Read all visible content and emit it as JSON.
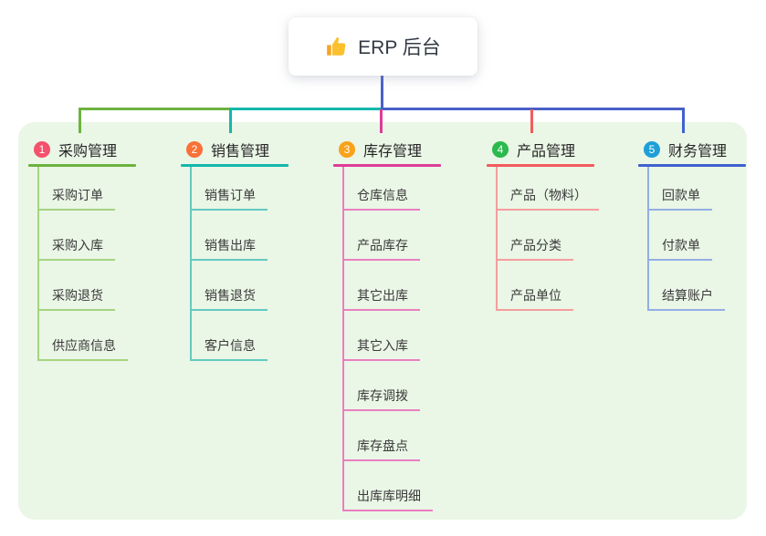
{
  "root": {
    "title": "ERP 后台",
    "icon": "thumbs-up-icon"
  },
  "colors": {
    "root_line": "#4a5fc8",
    "panel_bg": "#eaf6e6",
    "title_text": "#333a45",
    "node_text": "#3a3a3a"
  },
  "branches": [
    {
      "index": "1",
      "label": "采购管理",
      "badge_color": "#f4516c",
      "color": "#6db33f",
      "light_color": "#a5d47f",
      "children": [
        "采购订单",
        "采购入库",
        "采购退货",
        "供应商信息"
      ]
    },
    {
      "index": "2",
      "label": "销售管理",
      "badge_color": "#f97138",
      "color": "#14b8ab",
      "light_color": "#63cac0",
      "children": [
        "销售订单",
        "销售出库",
        "销售退货",
        "客户信息"
      ]
    },
    {
      "index": "3",
      "label": "库存管理",
      "badge_color": "#f9a21a",
      "color": "#dd3d99",
      "light_color": "#ea7fc0",
      "children": [
        "仓库信息",
        "产品库存",
        "其它出库",
        "其它入库",
        "库存调拨",
        "库存盘点",
        "出库库明细"
      ]
    },
    {
      "index": "4",
      "label": "产品管理",
      "badge_color": "#2cb94e",
      "color": "#f25c5c",
      "light_color": "#f59d9d",
      "children": [
        "产品（物料）",
        "产品分类",
        "产品单位"
      ]
    },
    {
      "index": "5",
      "label": "财务管理",
      "badge_color": "#1e9fd8",
      "color": "#4161cf",
      "light_color": "#93aee4",
      "children": [
        "回款单",
        "付款单",
        "结算账户"
      ]
    }
  ]
}
